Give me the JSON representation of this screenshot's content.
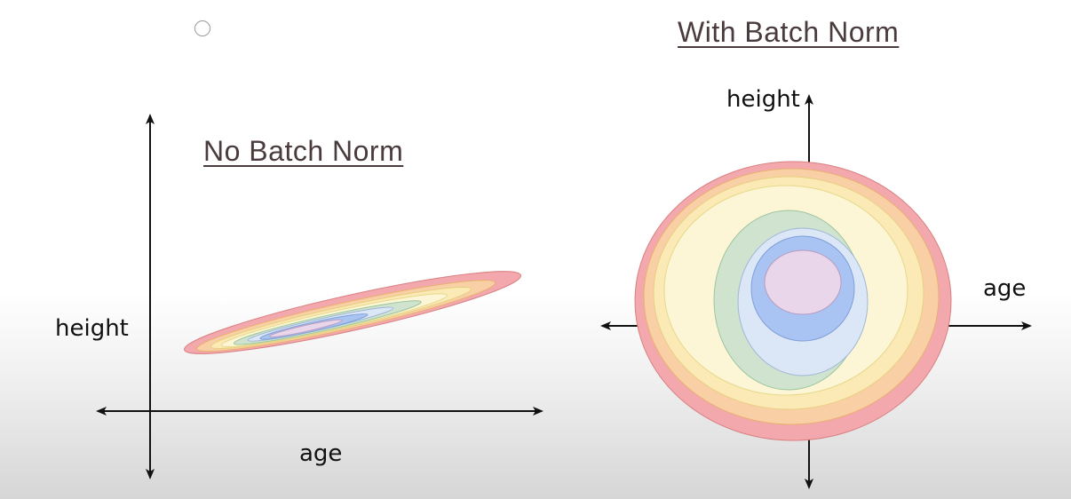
{
  "left_panel": {
    "title": "No Batch Norm",
    "y_axis_label": "height",
    "x_axis_label": "age"
  },
  "right_panel": {
    "title": "With Batch Norm",
    "y_axis_label": "height",
    "x_axis_label": "age"
  },
  "contour_colors": [
    "#f3a8ad",
    "#f9cfa6",
    "#fbe9b6",
    "#fdf6d6",
    "#cfe3cf",
    "#dbe7f6",
    "#a9c4f2",
    "#e9d6ea"
  ],
  "contour_stroke_colors": [
    "#d98080",
    "#e8b070",
    "#e7cf80",
    "#e6d98a",
    "#9cc59c",
    "#9fb6d8",
    "#7f9fd8",
    "#b79ac0"
  ],
  "icons": {
    "radio": "radio-circle-icon"
  }
}
